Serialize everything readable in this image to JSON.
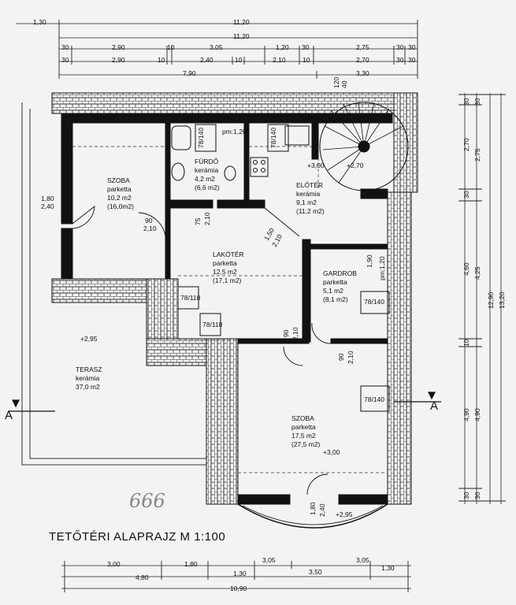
{
  "title": "TETŐTÉRI ALAPRAJZ M 1:100",
  "handwritten": "666",
  "section_marker": "A",
  "top_dims": {
    "r1_left": "1,30",
    "r1_total": "11,20",
    "r2_total": "11,20",
    "r3": [
      "30",
      "2,90",
      "10",
      "3,05",
      "1,20",
      "30",
      "2,75",
      "30",
      "30"
    ],
    "r4": [
      "30",
      "2,90",
      "10",
      "2,40",
      "10",
      "2,10",
      "10",
      "2,70",
      "30",
      "30"
    ],
    "r5": [
      "7,90",
      "3,30"
    ],
    "vert_small": [
      "120",
      "40"
    ]
  },
  "right_dims": [
    "30",
    "30",
    "2,70",
    "2,75",
    "30",
    "4,60",
    "4,25",
    "10",
    "4,90",
    "4,90",
    "30",
    "30",
    "12,90",
    "13,20"
  ],
  "bottom_dims": {
    "r1": [
      "3,00",
      "1,80",
      "3,05",
      "3,05"
    ],
    "r2": [
      "4,80",
      "1,30",
      "3,50",
      "1,30"
    ],
    "r3": "10,90"
  },
  "rooms": [
    {
      "name": "SZOBA",
      "floor": "parketta",
      "area": "10,2 m2",
      "gross": "(16,0m2)"
    },
    {
      "name": "FÜRDŐ",
      "floor": "kerámia",
      "area": "4,2 m2",
      "gross": "(6,6 m2)"
    },
    {
      "name": "ELŐTÉR",
      "floor": "kerámia",
      "area": "9,1 m2",
      "gross": "(11,2 m2)"
    },
    {
      "name": "LAKÓTÉR",
      "floor": "parketta",
      "area": "12,5 m2",
      "gross": "(17,1 m2)"
    },
    {
      "name": "GARDROB",
      "floor": "parketta",
      "area": "5,1 m2",
      "gross": "(8,1 m2)"
    },
    {
      "name": "TERASZ",
      "floor": "kerámia",
      "area": "37,0 m2",
      "gross": ""
    },
    {
      "name": "SZOBA",
      "floor": "parketta",
      "area": "17,5 m2",
      "gross": "(27,5 m2)"
    }
  ],
  "annotations": {
    "pm": "pm:1,20",
    "win_7840_a": "78/140",
    "win_7840_b": "78/140",
    "win_7840_c": "78/140",
    "win_7840_d": "78/140",
    "win_78118_a": "78/118",
    "win_78118_b": "78/118",
    "h_300_a": "+3,00",
    "h_270": "+2,70",
    "h_295_a": "+2,95",
    "h_300_b": "+3,00",
    "h_295_b": "+2,95",
    "d_180_240_a": "1,80",
    "d_180_240_b": "2,40",
    "d_90_210_a": "90",
    "d_90_210_b": "2,10",
    "d_75_210_a": "75",
    "d_75_210_b": "2,10",
    "d_150_210_a": "1,50",
    "d_150_210_b": "2,10",
    "d_gard_a": "1,90",
    "d_gard_b": "pm:1,20",
    "d_lak_a": "90",
    "d_lak_b": "2,10",
    "d_gard2_a": "90",
    "d_gard2_b": "2,10",
    "d_sz_a": "1,80",
    "d_sz_b": "2,40"
  }
}
